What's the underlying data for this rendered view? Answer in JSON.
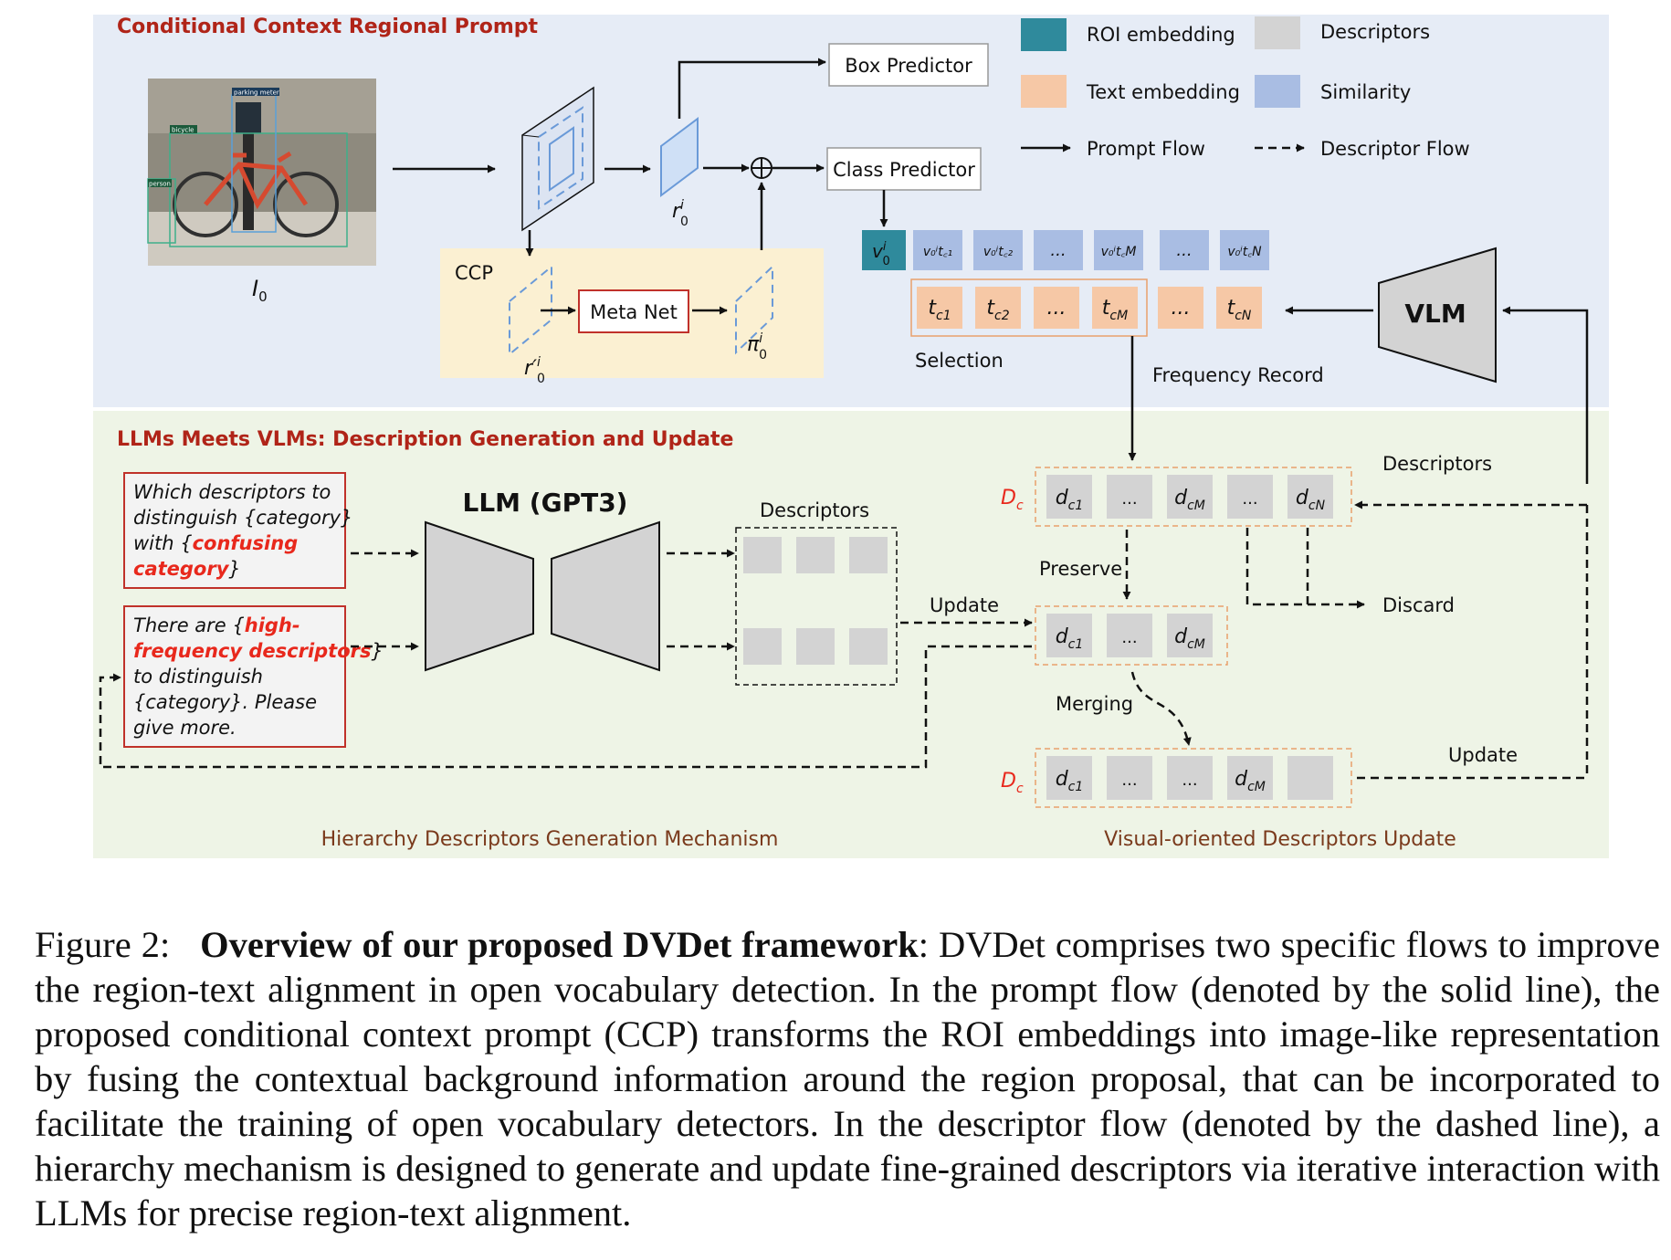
{
  "top_section": {
    "title": "Conditional Context Regional Prompt"
  },
  "bottom_section": {
    "title": "LLMs Meets VLMs: Description Generation and Update",
    "left_footer": "Hierarchy Descriptors Generation Mechanism",
    "right_footer": "Visual-oriented Descriptors Update"
  },
  "legend": {
    "roi": "ROI embedding",
    "descriptors": "Descriptors",
    "text": "Text embedding",
    "similarity": "Similarity",
    "prompt_flow": "Prompt Flow",
    "descriptor_flow": "Descriptor Flow"
  },
  "photo": {
    "label": "I",
    "label_sub": "0",
    "tags": {
      "parking": "parking meter",
      "bicycle": "bicycle",
      "person": "person"
    }
  },
  "boxes": {
    "box_predictor": "Box Predictor",
    "class_predictor": "Class Predictor",
    "ccp": "CCP",
    "meta_net": "Meta Net",
    "vlm": "VLM",
    "llm": "LLM (GPT3)"
  },
  "math": {
    "r": "r",
    "r_sup": "i",
    "r_sub": "0",
    "rprime": "r′",
    "rprime_sup": "i",
    "rprime_sub": "0",
    "pi": "π",
    "pi_sup": "i",
    "pi_sub": "0",
    "v": "v",
    "v_sup": "i",
    "v_sub": "0"
  },
  "similarity_row": [
    "v₀ⁱt꜀₁",
    "v₀ⁱt꜀₂",
    "...",
    "v₀ⁱt꜀M",
    "...",
    "v₀ⁱt꜀N"
  ],
  "text_row": [
    {
      "t": "t",
      "sub": "c1"
    },
    {
      "t": "t",
      "sub": "c2"
    },
    {
      "t": "...",
      "sub": ""
    },
    {
      "t": "t",
      "sub": "cM"
    },
    {
      "t": "...",
      "sub": ""
    },
    {
      "t": "t",
      "sub": "cN"
    }
  ],
  "labels": {
    "selection": "Selection",
    "frequency_record": "Frequency Record",
    "descriptors_top": "Descriptors",
    "descriptors_mid": "Descriptors",
    "preserve": "Preserve",
    "discard": "Discard",
    "update_mid": "Update",
    "merging": "Merging",
    "update_bottom": "Update",
    "dc": "D",
    "dc_sub": "c"
  },
  "descriptor_rows": {
    "full": [
      {
        "d": "d",
        "sub": "c1"
      },
      {
        "d": "...",
        "sub": ""
      },
      {
        "d": "d",
        "sub": "cM"
      },
      {
        "d": "...",
        "sub": ""
      },
      {
        "d": "d",
        "sub": "cN"
      }
    ],
    "preserved": [
      {
        "d": "d",
        "sub": "c1"
      },
      {
        "d": "...",
        "sub": ""
      },
      {
        "d": "d",
        "sub": "cM"
      }
    ],
    "updated": [
      {
        "d": "d",
        "sub": "c1"
      },
      {
        "d": "...",
        "sub": ""
      },
      {
        "d": "...",
        "sub": ""
      },
      {
        "d": "d",
        "sub": "cM"
      },
      {
        "d": "",
        "sub": ""
      }
    ]
  },
  "prompt1": {
    "line1": "Which descriptors to",
    "line2": "distinguish {category}",
    "line3a": "with {",
    "line3b": "confusing",
    "line4a": "category",
    "line4b": "}"
  },
  "prompt2": {
    "line1a": "There are {",
    "line1b": "high-",
    "line2a": "frequency descriptors",
    "line2b": "}",
    "line3": "to distinguish",
    "line4": "{category}. Please",
    "line5": "give more."
  },
  "caption": {
    "lead": "Figure 2:",
    "bold": "Overview of our proposed DVDet framework",
    "rest": ": DVDet comprises two specific flows to improve the region-text alignment in open vocabulary detection. In the prompt flow (denoted by the solid line), the proposed conditional context prompt (CCP) transforms the ROI embeddings into image-like representation by fusing the contextual background information around the region proposal, that can be incorporated to facilitate the training of open vocabulary detectors. In the descriptor flow (denoted by the dashed line), a hierarchy mechanism is designed to generate and update fine-grained descriptors via iterative interaction with LLMs for precise region-text alignment."
  },
  "colors": {
    "top_bg": "#e6ecf6",
    "bottom_bg": "#eef4e6",
    "ccp_bg": "#fbf0d2",
    "roi": "#2f8a9c",
    "descriptor": "#d3d3d3",
    "text_emb": "#f6c8a6",
    "similarity": "#a9bde3",
    "title_red": "#b02418",
    "footer_brown": "#7a3a1c",
    "accent_red": "#e8281c"
  }
}
